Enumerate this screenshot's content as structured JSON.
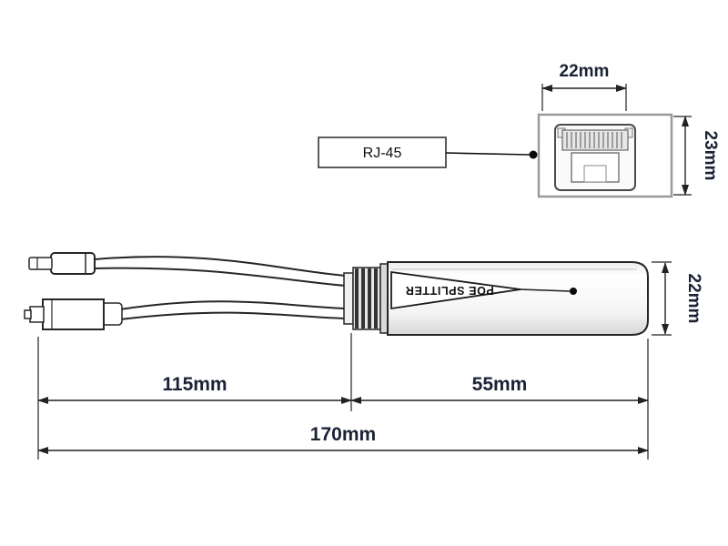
{
  "connector_detail": {
    "label": "RJ-45",
    "width_dim": "22mm",
    "height_dim": "23mm"
  },
  "splitter": {
    "body_text": "POE SPLITTER",
    "diameter_dim": "22mm"
  },
  "dimensions": {
    "left_segment": "115mm",
    "body_segment": "55mm",
    "total": "170mm"
  },
  "colors": {
    "outline": "#262626",
    "dim_text": "#1b2236",
    "detail_gray": "#9a9a9a"
  }
}
